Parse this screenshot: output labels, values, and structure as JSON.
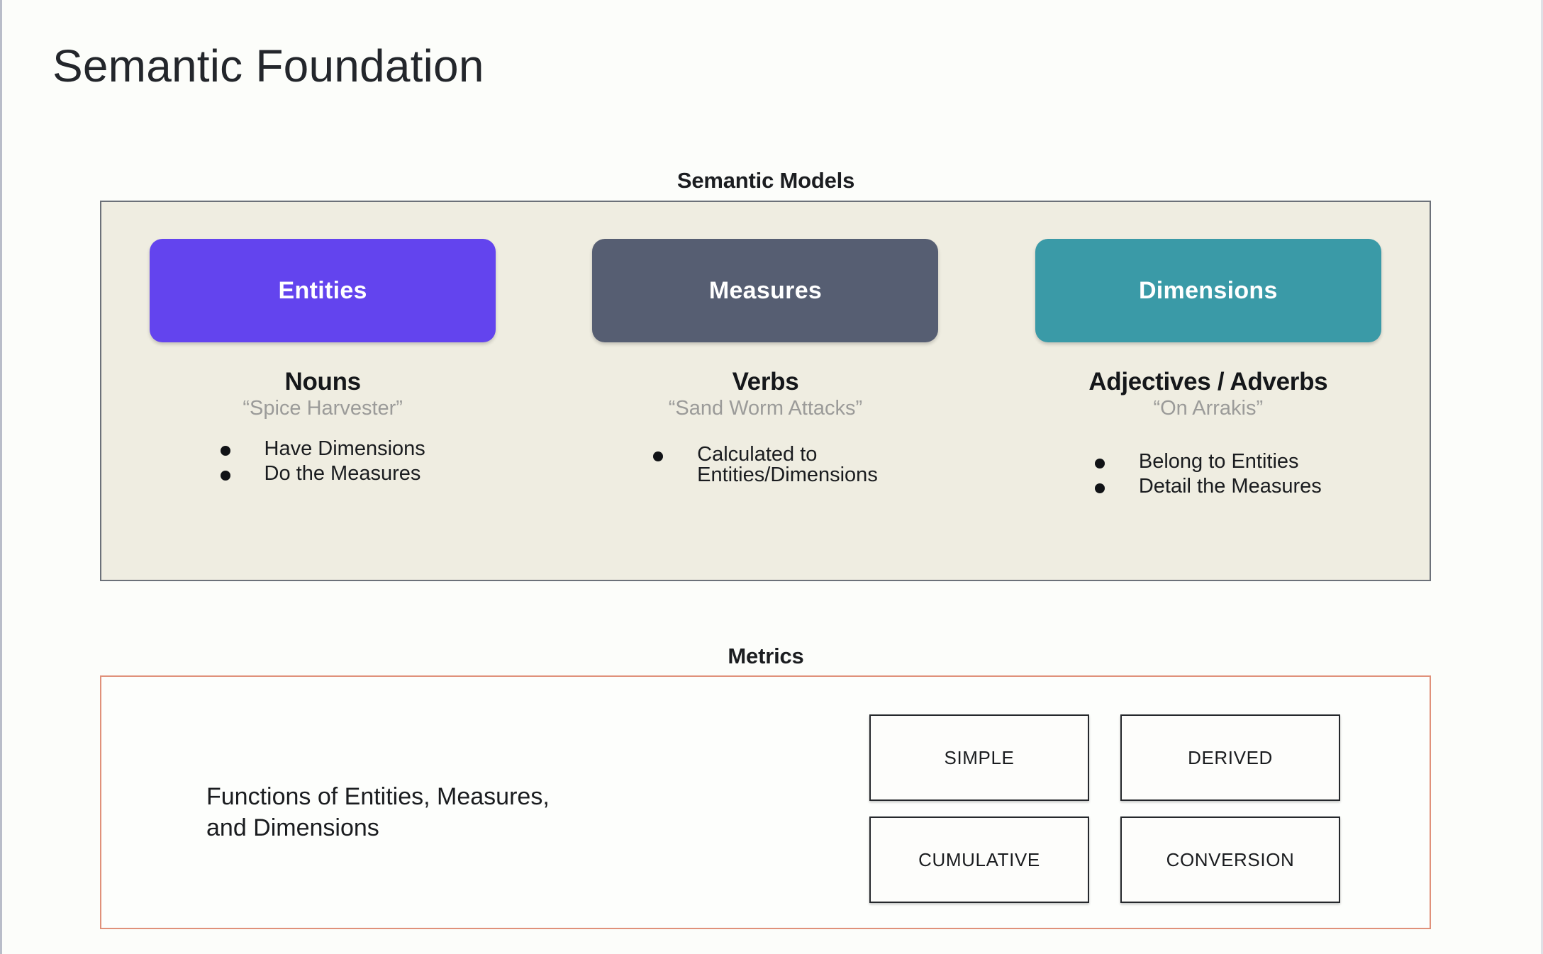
{
  "slide": {
    "title": "Semantic Foundation",
    "background_color": "#fcfdfa"
  },
  "semantic_models": {
    "heading": "Semantic Models",
    "panel_background": "#efede1",
    "panel_border_color": "#6c7179",
    "columns": [
      {
        "pill_label": "Entities",
        "pill_color": "#6344ee",
        "part_of_speech": "Nouns",
        "example": "“Spice Harvester”",
        "bullets": [
          "Have Dimensions",
          "Do the Measures"
        ]
      },
      {
        "pill_label": "Measures",
        "pill_color": "#565e72",
        "part_of_speech": "Verbs",
        "example": "“Sand Worm Attacks”",
        "bullets": [
          "Calculated to\nEntities/Dimensions"
        ]
      },
      {
        "pill_label": "Dimensions",
        "pill_color": "#3a9aa7",
        "part_of_speech": "Adjectives / Adverbs",
        "example": "“On Arrakis”",
        "bullets": [
          "Belong to Entities",
          "Detail the Measures"
        ]
      }
    ]
  },
  "metrics": {
    "heading": "Metrics",
    "panel_border_color": "#e0917a",
    "description": "Functions of Entities, Measures,\nand Dimensions",
    "types": [
      "SIMPLE",
      "DERIVED",
      "CUMULATIVE",
      "CONVERSION"
    ]
  }
}
